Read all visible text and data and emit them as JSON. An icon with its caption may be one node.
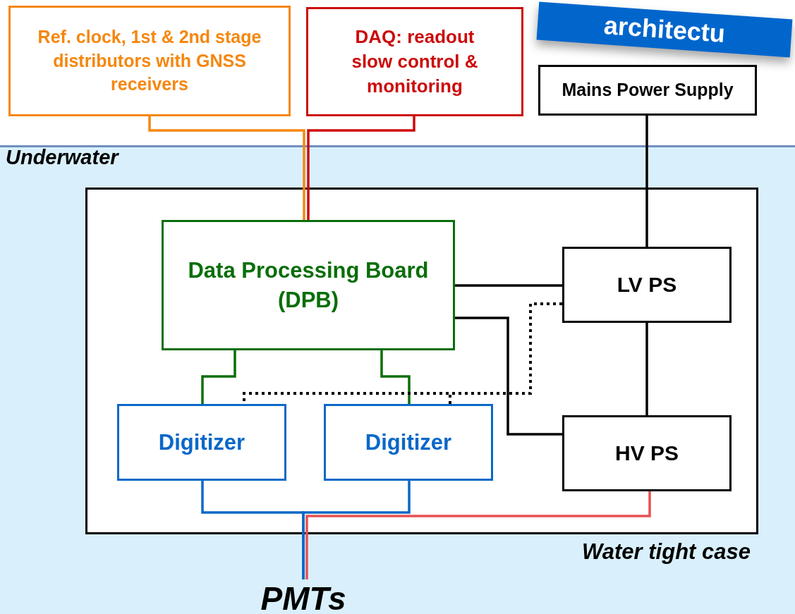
{
  "diagram": {
    "nodes": [
      {
        "text": [
          "Ref. clock, 1st & 2nd stage distributors with GNSS receivers"
        ]
      },
      {
        "text": [
          "DAQ: readout slow control & monitoring"
        ]
      },
      {
        "text": [
          "Mains Power Supply"
        ]
      },
      {
        "text": [
          "Water tight case"
        ]
      },
      {
        "text": [
          "Data Processing Board (DPB)"
        ],
        "in": 3
      },
      {
        "text": [
          "LV PS"
        ],
        "in": 3
      },
      {
        "text": [
          "Digitizer"
        ],
        "in": 3
      },
      {
        "text": [
          "Digitizer"
        ],
        "in": 3
      },
      {
        "text": [
          "HV PS"
        ],
        "in": 3
      },
      {
        "text": [
          "PMTs"
        ]
      }
    ],
    "edges": [
      {
        "from": 0,
        "to": 4,
        "arrow": "none",
        "color": "#f5870f"
      },
      {
        "from": 1,
        "to": 4,
        "arrow": "none",
        "color": "#cc0a0a"
      },
      {
        "from": 2,
        "to": 5,
        "arrow": "none"
      },
      {
        "from": 4,
        "to": 5,
        "arrow": "none"
      },
      {
        "from": 4,
        "to": 8,
        "arrow": "none"
      },
      {
        "from": 5,
        "to": 8,
        "arrow": "none"
      },
      {
        "from": 4,
        "to": 6,
        "arrow": "none",
        "color": "#0a6e0a"
      },
      {
        "from": 4,
        "to": 7,
        "arrow": "none",
        "color": "#0a6e0a"
      },
      {
        "from": 5,
        "to": 6,
        "arrow": "none",
        "style": "dashed"
      },
      {
        "from": 5,
        "to": 7,
        "arrow": "none",
        "style": "dashed"
      },
      {
        "from": 6,
        "to": 9,
        "arrow": "none",
        "color": "#0a68c8"
      },
      {
        "from": 7,
        "to": 9,
        "arrow": "none",
        "color": "#0a68c8"
      },
      {
        "from": 8,
        "to": 9,
        "arrow": "none",
        "color": "#e85050"
      }
    ],
    "labels": [
      "Underwater",
      "architectu"
    ]
  }
}
